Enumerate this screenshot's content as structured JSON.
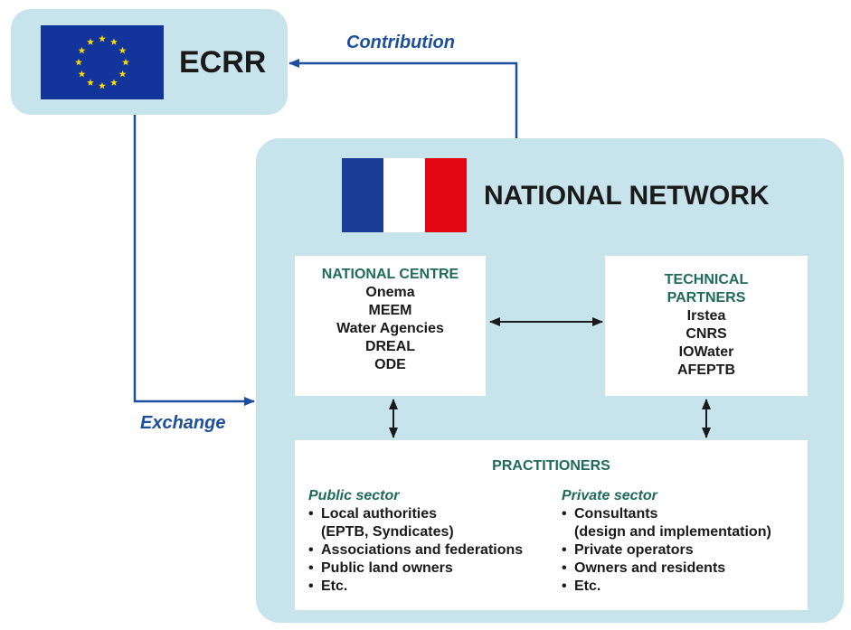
{
  "colors": {
    "panel": "#c7e3ec",
    "link_blue": "#1d4f9c",
    "heading_green": "#1f6b5a",
    "eu_blue": "#13349a",
    "eu_star": "#ffdd00",
    "fr_blue": "#1b3c96",
    "fr_white": "#ffffff",
    "fr_red": "#e30613",
    "arrow_dark": "#1a1a1a"
  },
  "ecrr": {
    "flag_icon": "eu-flag",
    "title": "ECRR"
  },
  "labels": {
    "contribution": "Contribution",
    "exchange": "Exchange"
  },
  "national": {
    "flag_icon": "french-flag",
    "title": "NATIONAL NETWORK",
    "centre": {
      "heading": "NATIONAL CENTRE",
      "items": [
        "Onema",
        "MEEM",
        "Water Agencies",
        "DREAL",
        "ODE"
      ]
    },
    "technical": {
      "heading_line1": "TECHNICAL",
      "heading_line2": "PARTNERS",
      "items": [
        "Irstea",
        "CNRS",
        "IOWater",
        "AFEPTB"
      ]
    },
    "practitioners": {
      "heading": "PRACTITIONERS",
      "public": {
        "heading": "Public sector",
        "items": [
          "Local authorities",
          "Associations and federations",
          "Public land owners",
          "Etc."
        ],
        "continuation": "(EPTB, Syndicates)"
      },
      "private": {
        "heading": "Private sector",
        "items": [
          "Consultants",
          "Private operators",
          "Owners and residents",
          "Etc."
        ],
        "continuation": "(design and implementation)"
      }
    }
  }
}
